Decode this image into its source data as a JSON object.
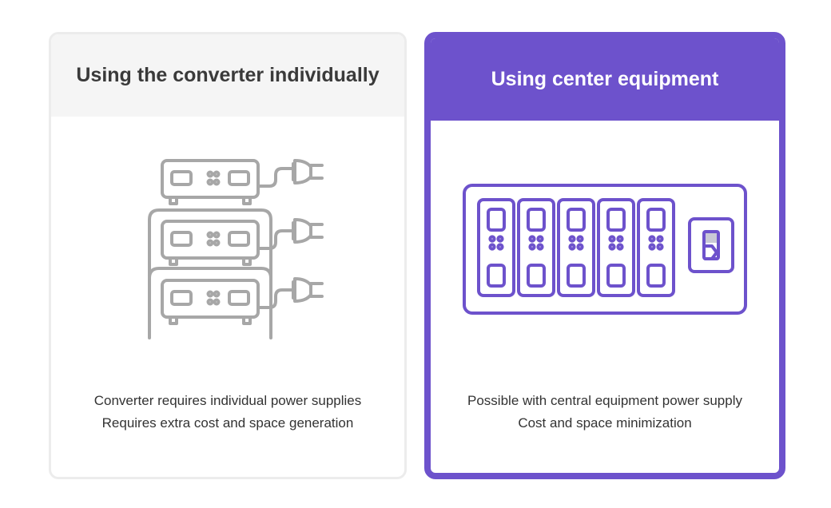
{
  "left_card": {
    "title": "Using the converter individually",
    "illustration_icon": "stacked-converters-with-plugs-icon",
    "lines": [
      "Converter requires individual power supplies",
      "Requires extra cost and space generation"
    ],
    "header_bg": "#f5f5f5",
    "line_color": "#a7a7a7"
  },
  "right_card": {
    "title": "Using center equipment",
    "illustration_icon": "central-power-rack-icon",
    "lines": [
      "Possible with central equipment power supply",
      "Cost and space minimization"
    ],
    "accent": "#6d52cc"
  }
}
